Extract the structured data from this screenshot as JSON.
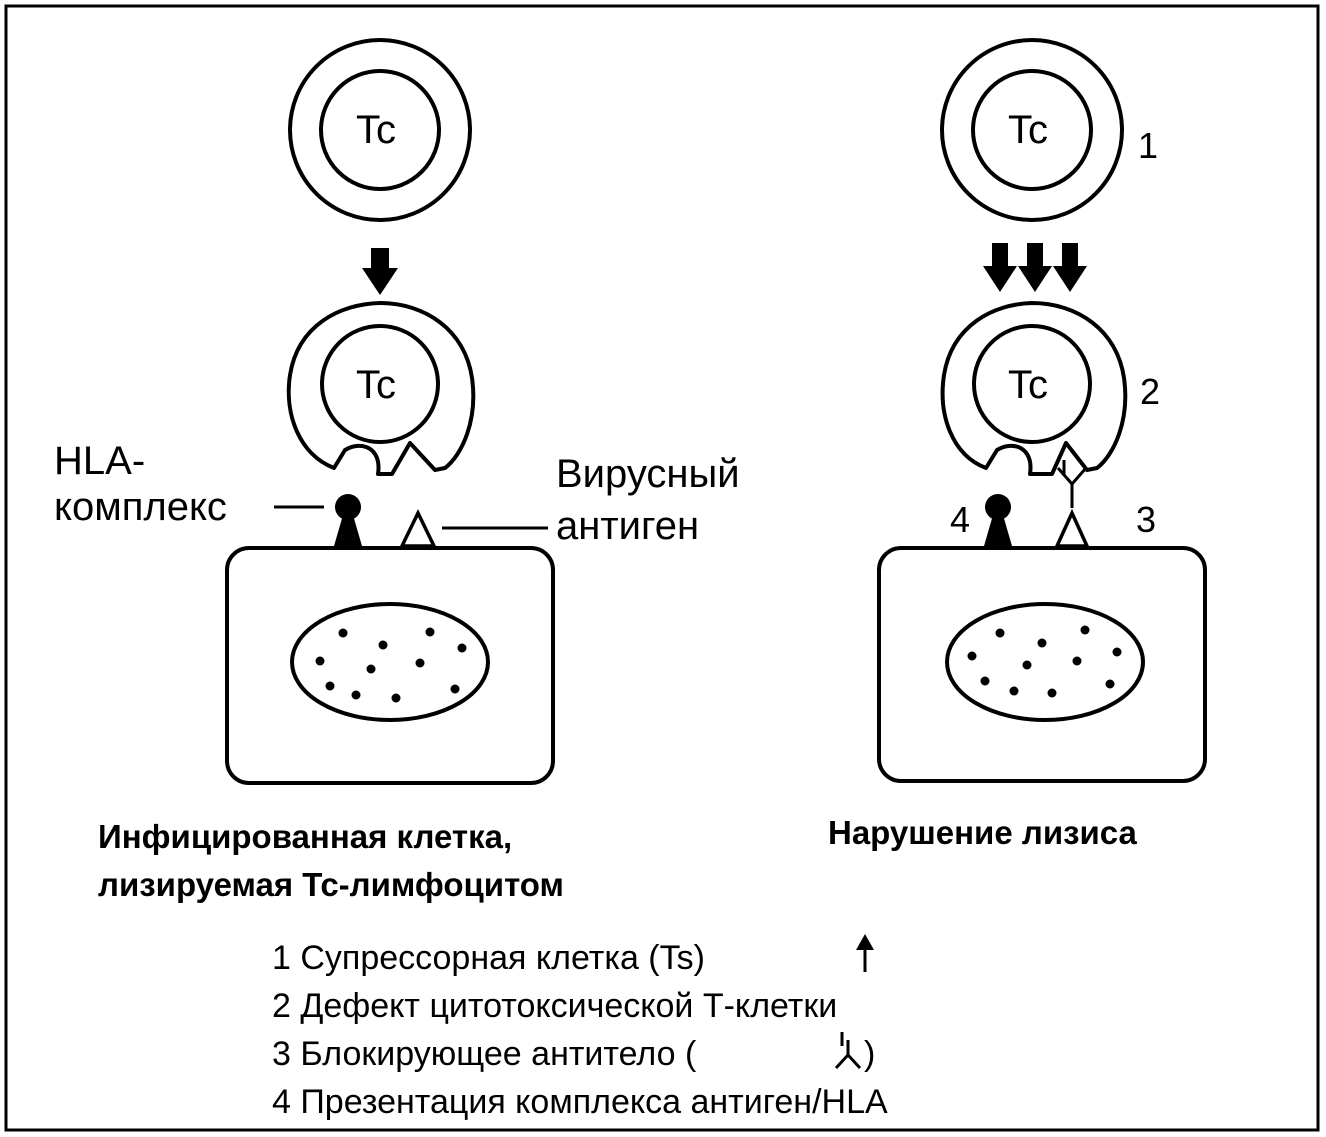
{
  "cell_label": "Tc",
  "labels": {
    "hla_line1": "HLA-",
    "hla_line2": "комплекс",
    "virus_line1": "Вирусный",
    "virus_line2": "антиген"
  },
  "markers": {
    "m1": "1",
    "m2": "2",
    "m3": "3",
    "m4": "4"
  },
  "captions": {
    "left_line1": "Инфицированная клетка,",
    "left_line2": "лизируемая Тс-лимфоцитом",
    "right": "Нарушение лизиса"
  },
  "legend": [
    "1 Супрессорная клетка (Ts)",
    "2 Дефект цитотоксической Т-клетки",
    "3 Блокирующее антитело (",
    ")",
    "4 Презентация комплекса антиген/HLA"
  ]
}
